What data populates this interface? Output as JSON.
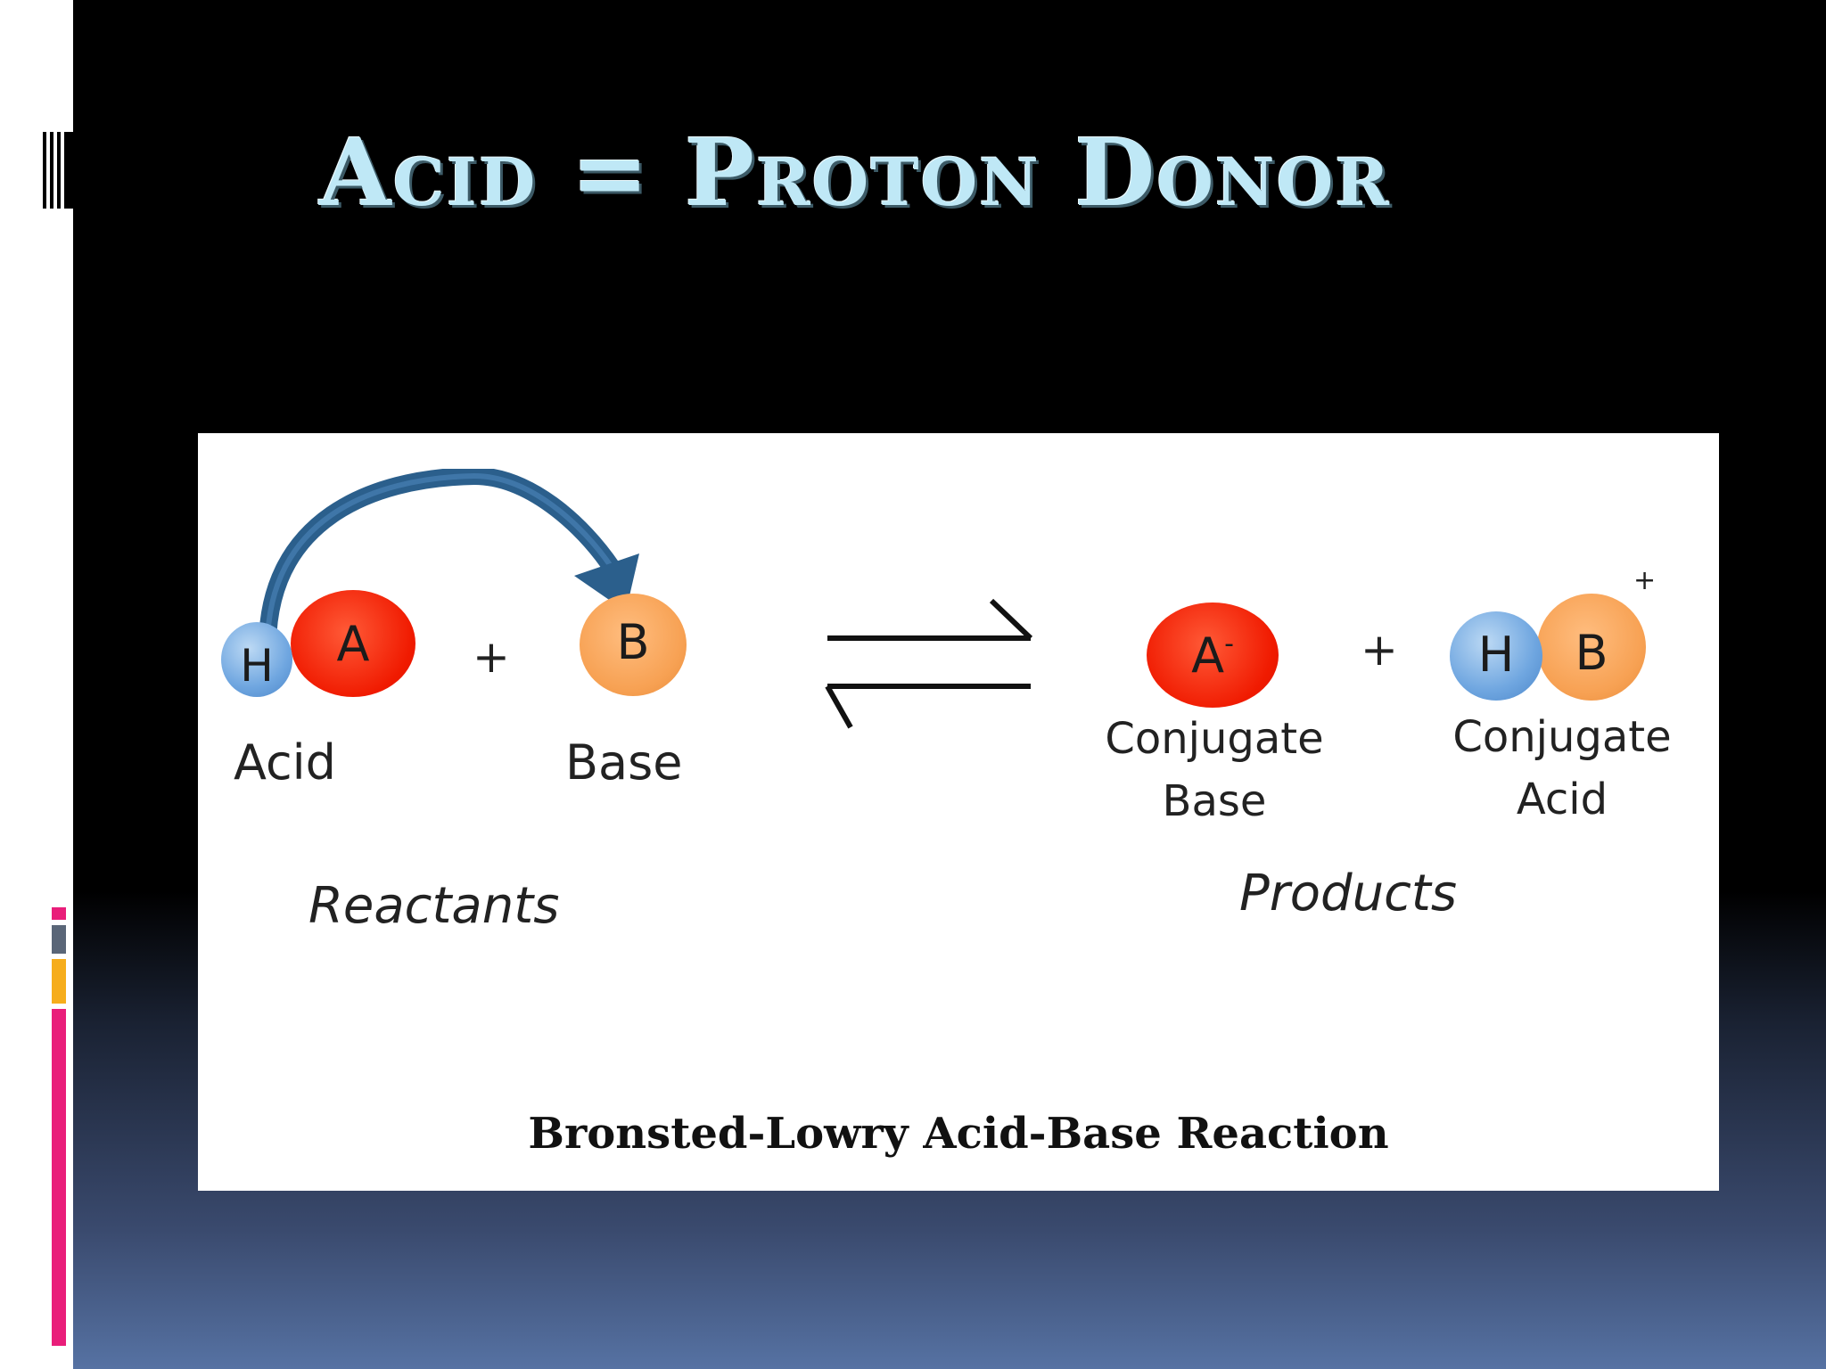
{
  "slide": {
    "title": "Acid = Proton Donor"
  },
  "diagram": {
    "reactants": {
      "acid_atom_h": "H",
      "acid_atom_a": "A",
      "plus": "+",
      "base_atom_b": "B",
      "acid_label": "Acid",
      "base_label": "Base",
      "group_label": "Reactants"
    },
    "products": {
      "conjugate_base_atom": "A",
      "conjugate_base_charge": "-",
      "plus": "+",
      "conjugate_acid_atom_h": "H",
      "conjugate_acid_atom_b": "B",
      "conjugate_acid_charge": "+",
      "conjugate_base_label_line1": "Conjugate",
      "conjugate_base_label_line2": "Base",
      "conjugate_acid_label_line1": "Conjugate",
      "conjugate_acid_label_line2": "Acid",
      "group_label": "Products"
    },
    "caption": "Bronsted-Lowry Acid-Base Reaction",
    "colors": {
      "hydrogen": "#6fa6e0",
      "acid_anion": "#f01a00",
      "base": "#f7a153",
      "arrow": "#2b5f8c"
    }
  }
}
